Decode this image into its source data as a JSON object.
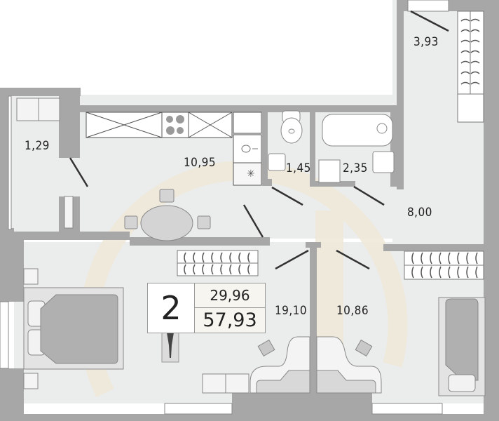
{
  "floor_plan": {
    "rooms_count": "2",
    "living_area": "29,96",
    "total_area": "57,93",
    "rooms": [
      {
        "id": "storage",
        "area": "1,29"
      },
      {
        "id": "kitchen",
        "area": "10,95"
      },
      {
        "id": "toilet",
        "area": "1,45"
      },
      {
        "id": "bathroom",
        "area": "2,35"
      },
      {
        "id": "wardrobe",
        "area": "3,93"
      },
      {
        "id": "hallway",
        "area": "8,00"
      },
      {
        "id": "living-room",
        "area": "19,10"
      },
      {
        "id": "bedroom",
        "area": "10,86"
      }
    ]
  },
  "colors": {
    "wall": "#a7a7a7",
    "floor": "#ebecec",
    "furniture_fill": "#b0b0b0",
    "watermark": "#f1ece0",
    "text": "#222222"
  }
}
